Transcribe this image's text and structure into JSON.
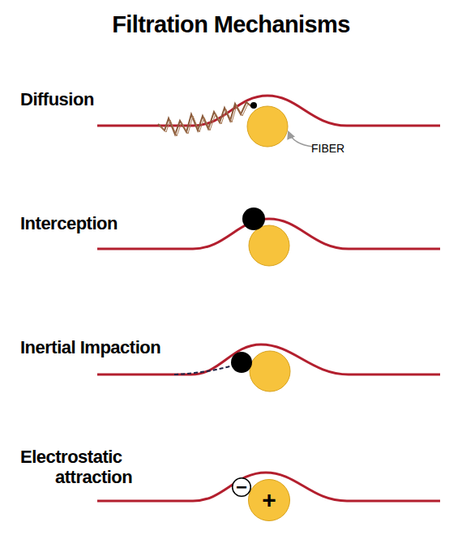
{
  "diagram": {
    "title": "Filtration Mechanisms",
    "nodes": [
      {
        "text": [
          "−"
        ]
      },
      {
        "text": [
          "+"
        ]
      }
    ],
    "labels": [
      "Diffusion",
      "FIBER",
      "Interception",
      "Inertial Impaction",
      "Electrostatic attraction"
    ]
  }
}
